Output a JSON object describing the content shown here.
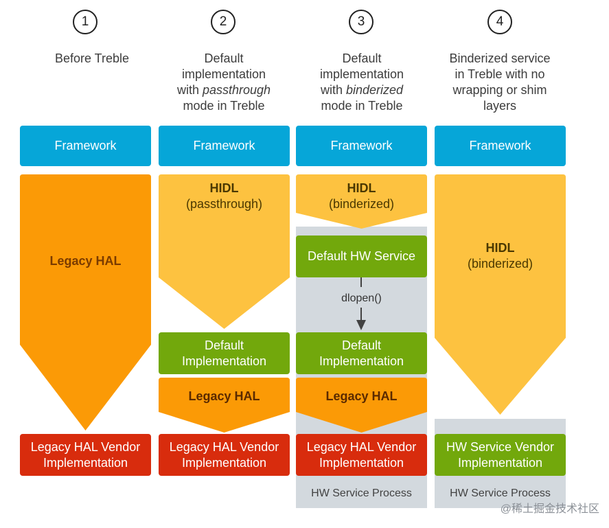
{
  "columns": [
    {
      "number": "1",
      "caption": [
        "Before Treble"
      ],
      "framework": "Framework",
      "hal_block": [
        "Legacy HAL"
      ],
      "vendor": [
        "Legacy HAL Vendor",
        "Implementation"
      ]
    },
    {
      "number": "2",
      "caption": [
        "Default",
        "implementation",
        "with passthrough",
        "mode in Treble"
      ],
      "framework": "Framework",
      "hidl": [
        "HIDL",
        "(passthrough)"
      ],
      "default_impl": [
        "Default",
        "Implementation"
      ],
      "legacy_hal": "Legacy HAL",
      "vendor": [
        "Legacy HAL Vendor",
        "Implementation"
      ]
    },
    {
      "number": "3",
      "caption": [
        "Default",
        "implementation",
        "with binderized",
        "mode in Treble"
      ],
      "framework": "Framework",
      "hidl": [
        "HIDL",
        "(binderized)"
      ],
      "default_service": "Default HW Service",
      "dlopen": "dlopen()",
      "default_impl": [
        "Default",
        "Implementation"
      ],
      "legacy_hal": "Legacy HAL",
      "vendor": [
        "Legacy HAL Vendor",
        "Implementation"
      ],
      "process_label": "HW Service Process"
    },
    {
      "number": "4",
      "caption": [
        "Binderized service",
        "in Treble with no",
        "wrapping or shim",
        "layers"
      ],
      "framework": "Framework",
      "hidl": [
        "HIDL",
        "(binderized)"
      ],
      "vendor": [
        "HW Service Vendor",
        "Implementation"
      ],
      "process_label": "HW Service Process"
    }
  ],
  "watermark": "@稀土掘金技术社区",
  "colors": {
    "framework": "#06a6d8",
    "legacy_orange": "#fb9a06",
    "hidl_yellow": "#fdc240",
    "green": "#72a80c",
    "red": "#d82c0d",
    "process_gray": "#d3d9de"
  }
}
